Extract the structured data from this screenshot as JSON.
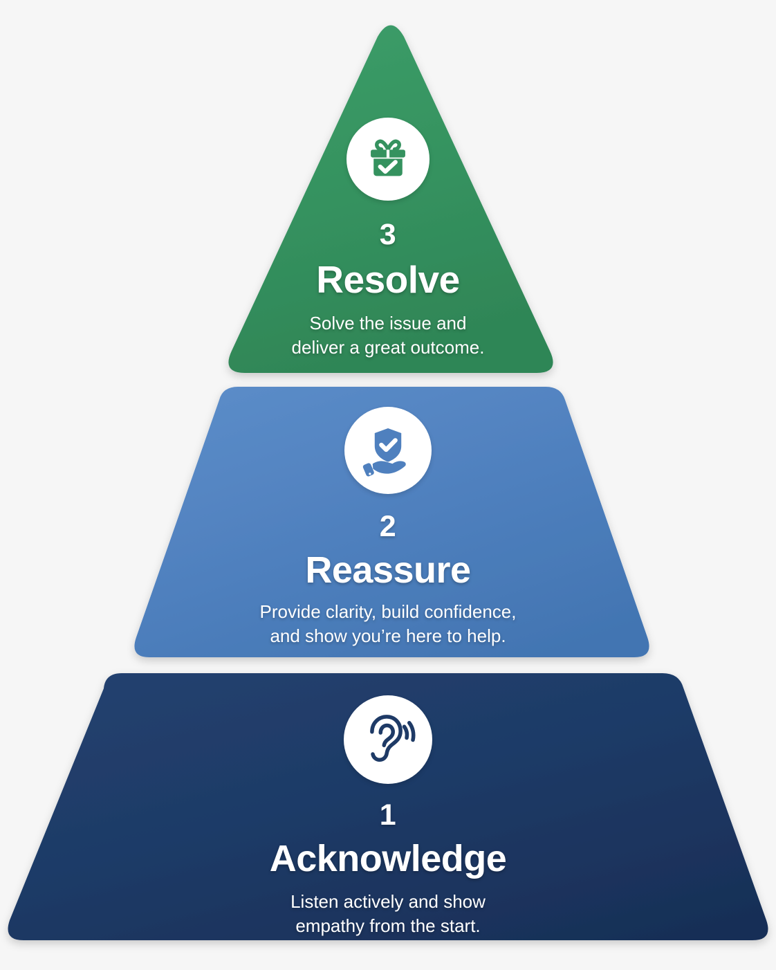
{
  "diagram": {
    "type": "pyramid",
    "background_color": "#f6f6f6",
    "orientation": "bottom-to-top",
    "tiers": [
      {
        "step": "3",
        "title": "Resolve",
        "description": "Solve the issue and\ndeliver a great outcome.",
        "icon": "gift-check-icon",
        "color": "#35925f",
        "color_light": "#3a9c66",
        "color_dark": "#2f8657",
        "position": "top"
      },
      {
        "step": "2",
        "title": "Reassure",
        "description": "Provide clarity, build confidence,\nand show you’re here to help.",
        "icon": "shield-hand-icon",
        "color": "#4f80be",
        "color_light": "#5a8bc6",
        "color_dark": "#4375b4",
        "position": "middle"
      },
      {
        "step": "1",
        "title": "Acknowledge",
        "description": "Listen actively and show\nempathy from the start.",
        "icon": "ear-listening-icon",
        "color": "#1e3a66",
        "color_light": "#244madeup",
        "color_dark": "#17305a",
        "position": "base"
      }
    ]
  }
}
